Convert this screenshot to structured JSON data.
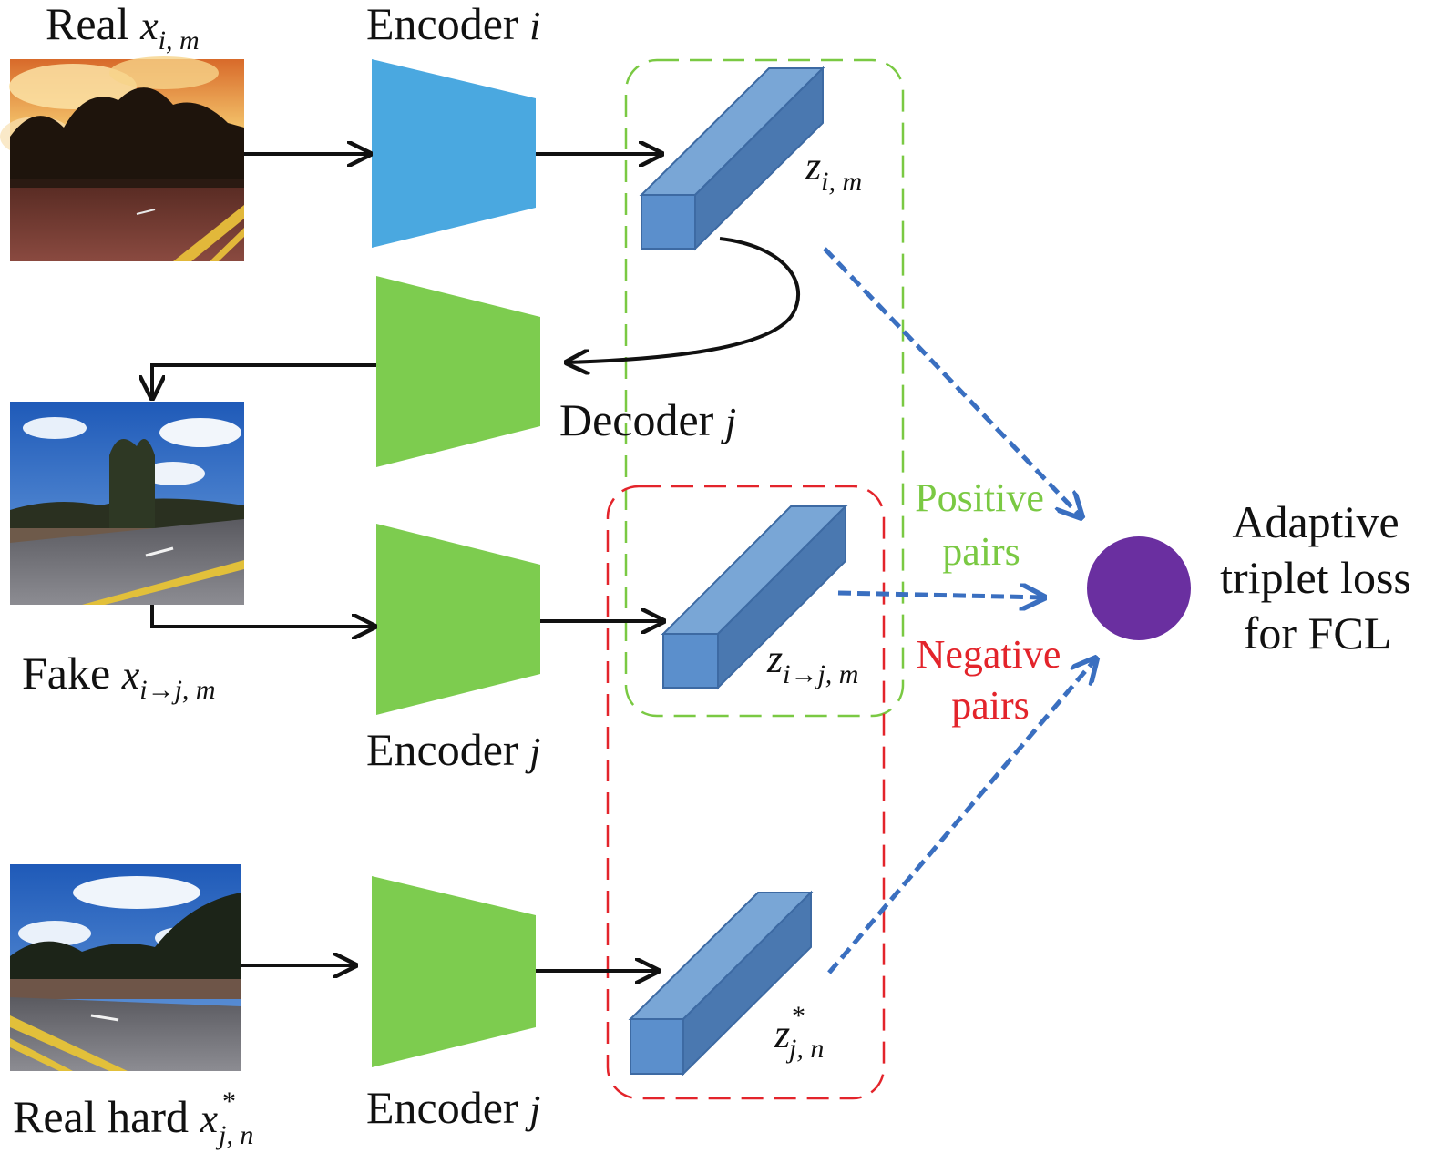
{
  "colors": {
    "encoder_i": "#4aa8e0",
    "encoder_j": "#7dcc4f",
    "decoder": "#7dcc4f",
    "feature_front": "#5b8fcc",
    "feature_top": "#79a6d6",
    "feature_side": "#4a78b0",
    "positive": "#7ac943",
    "negative": "#e3242b",
    "loss_node": "#6a2fa0",
    "dashed_arrow": "#3a6fc0"
  },
  "labels": {
    "real_x_prefix": "Real ",
    "real_x_var": "x",
    "real_x_sub": "i, m",
    "fake_x_prefix": "Fake ",
    "fake_x_var": "x",
    "fake_x_sub": "i→j, m",
    "real_hard_prefix": "Real hard ",
    "real_hard_var": "x",
    "real_hard_sup": "*",
    "real_hard_sub": "j, n",
    "encoder_word": "Encoder ",
    "encoder_i_var": "i",
    "encoder_j_var": "j",
    "decoder_word": "Decoder ",
    "decoder_j_var": "j",
    "z1_var": "z",
    "z1_sub": "i, m",
    "z2_var": "z",
    "z2_sub": "i→j, m",
    "z3_var": "z",
    "z3_sup": "*",
    "z3_sub": "j, n",
    "positive_line1": "Positive",
    "positive_line2": "pairs",
    "negative_line1": "Negative",
    "negative_line2": "pairs",
    "loss_line1": "Adaptive",
    "loss_line2": "triplet loss",
    "loss_line3": "for FCL"
  },
  "icons": {
    "photo_real": "sunset-road-photo",
    "photo_fake": "daytime-road-photo",
    "photo_hard": "daytime-road-photo"
  }
}
